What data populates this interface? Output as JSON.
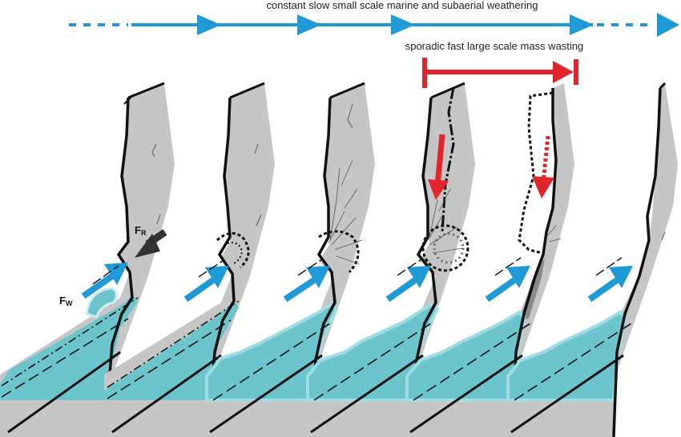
{
  "labels": {
    "weathering": "constant slow small scale marine and subaerial weathering",
    "mass_wasting": "sporadic fast large scale mass wasting",
    "fr_main": "F",
    "fr_sub": "R",
    "fw_main": "F",
    "fw_sub": "W"
  },
  "colors": {
    "rock": "#c6c6c6",
    "rock_dark": "#8a8a8a",
    "water": "#6cc5cc",
    "water_light": "#cfeef2",
    "blue_arrow": "#1f9ad6",
    "red_arrow": "#e1252b",
    "outline": "#111111"
  },
  "panels": [
    {
      "stage": 1,
      "force_labels": true
    },
    {
      "stage": 2
    },
    {
      "stage": 3
    },
    {
      "stage": 4
    },
    {
      "stage": 5
    },
    {
      "stage": 6
    }
  ]
}
